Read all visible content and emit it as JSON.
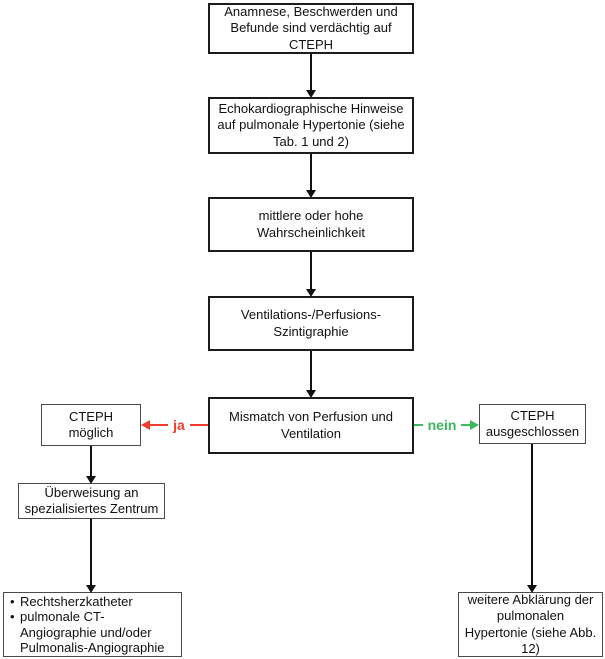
{
  "flow": {
    "nodes": {
      "suspicion": "Anamnese, Beschwerden und Befunde sind verdächtig auf CTEPH",
      "echo": "Echokardiographische Hinweise auf pulmonale Hypertonie (siehe Tab. 1 und 2)",
      "probability": "mittlere oder hohe Wahrscheinlichkeit",
      "scintigraphy": "Ventilations-/Perfusions-Szintigraphie",
      "mismatch": "Mismatch von Perfusion und Ventilation",
      "cteph_possible": "CTEPH möglich",
      "cteph_excluded": "CTEPH ausgeschlossen",
      "referral": "Überweisung an spezialisiertes Zentrum",
      "invasive_diagnostics": [
        "Rechtsherzkatheter",
        "pulmonale CT-Angiographie und/oder Pulmonalis-Angiographie"
      ],
      "further_workup": "weitere Abklärung der pulmonalen Hypertonie (siehe Abb. 12)"
    },
    "edges": {
      "yes_label": "ja",
      "no_label": "nein"
    },
    "colors": {
      "yes": "#f03c2d",
      "no": "#3cb95c",
      "line": "#111111",
      "border_dark": "#1c1c1c",
      "border_gray": "#4a4a4a"
    }
  }
}
